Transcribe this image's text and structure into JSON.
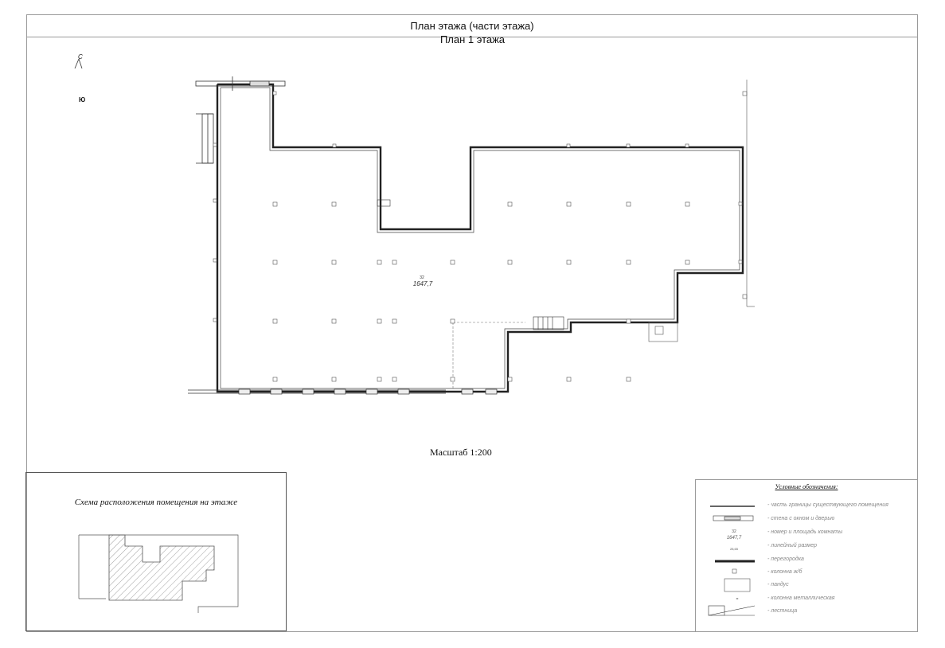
{
  "sheet": {
    "title": "План этажа (части этажа)",
    "floor_title": "План 1 этажа",
    "scale_label": "Масштаб 1:200"
  },
  "compass": {
    "north_label": "С",
    "south_label": "Ю"
  },
  "plan": {
    "room_number": "32",
    "room_area": "1647,7"
  },
  "scheme": {
    "title": "Схема расположения помещения на этаже"
  },
  "legend": {
    "title": "Условные обозначения:",
    "items": [
      "- часть границы существующего помещения",
      "- стена с окном и дверью",
      "- номер и площадь комнаты",
      "- линейный размер",
      "- перегородка",
      "- колонна ж/б",
      "- пандус",
      "- колонна металлическая",
      "- лестница"
    ]
  }
}
